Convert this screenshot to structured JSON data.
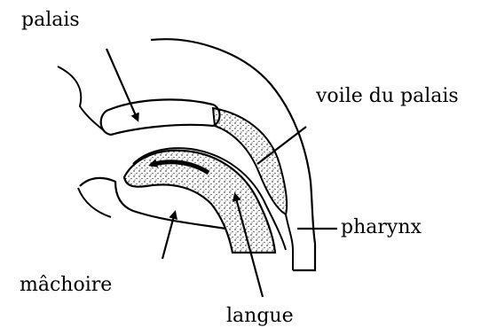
{
  "labels": {
    "palais": "palais",
    "voile_du_palais": "voile du palais",
    "pharynx": "pharynx",
    "machoire": "mâchoire",
    "langue": "langue"
  },
  "colors": {
    "ink": "#000000",
    "background": "#ffffff"
  }
}
